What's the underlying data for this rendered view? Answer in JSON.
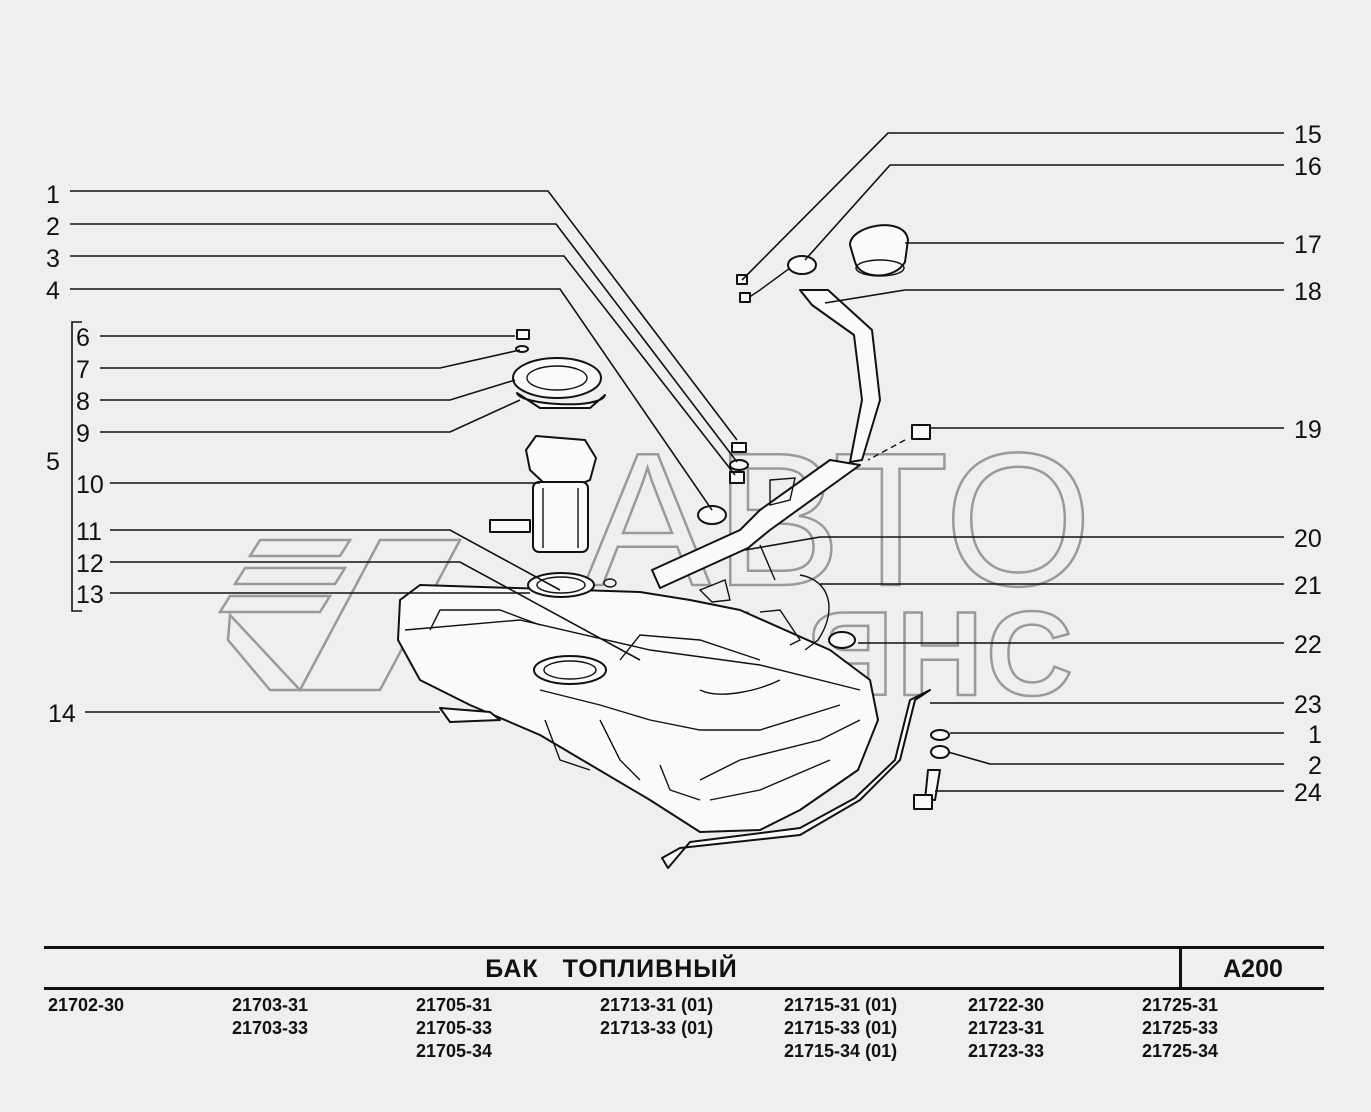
{
  "title": "БАК   ТОПЛИВНЫЙ",
  "page_code": "A200",
  "watermark": {
    "line1": "АВТО",
    "line2": "АЛЬЯНС"
  },
  "callouts": [
    "1",
    "2",
    "3",
    "4",
    "5",
    "6",
    "7",
    "8",
    "9",
    "10",
    "11",
    "12",
    "13",
    "14",
    "15",
    "16",
    "17",
    "18",
    "19",
    "20",
    "21",
    "22",
    "23",
    "1",
    "2",
    "24"
  ],
  "models": [
    [
      "21702-30"
    ],
    [
      "21703-31",
      "21703-33"
    ],
    [
      "21705-31",
      "21705-33",
      "21705-34"
    ],
    [
      "21713-31 (01)",
      "21713-33 (01)"
    ],
    [
      "21715-31 (01)",
      "21715-33 (01)",
      "21715-34 (01)"
    ],
    [
      "21722-30",
      "21723-31",
      "21723-33"
    ],
    [
      "21725-31",
      "21725-33",
      "21725-34"
    ]
  ],
  "colors": {
    "background": "#efefef",
    "ink": "#111111",
    "watermark": "#9a9a9a"
  }
}
